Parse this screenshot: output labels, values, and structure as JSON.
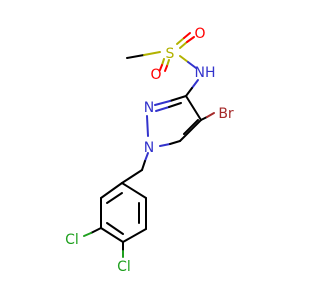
{
  "molecule": {
    "atoms": {
      "sulfur": "S",
      "oxygen_top": "O",
      "oxygen_left": "O",
      "amide_nh": "NH",
      "pyrazole_n2": "N",
      "pyrazole_n1": "N",
      "bromine": "Br",
      "chlorine_meta": "Cl",
      "chlorine_para": "Cl"
    },
    "colors": {
      "carbon_bond": "#000000",
      "nitrogen": "#3333cc",
      "oxygen": "#ff0000",
      "sulfur": "#b2b200",
      "chlorine": "#1fa01f",
      "bromine": "#a52a2a"
    }
  }
}
